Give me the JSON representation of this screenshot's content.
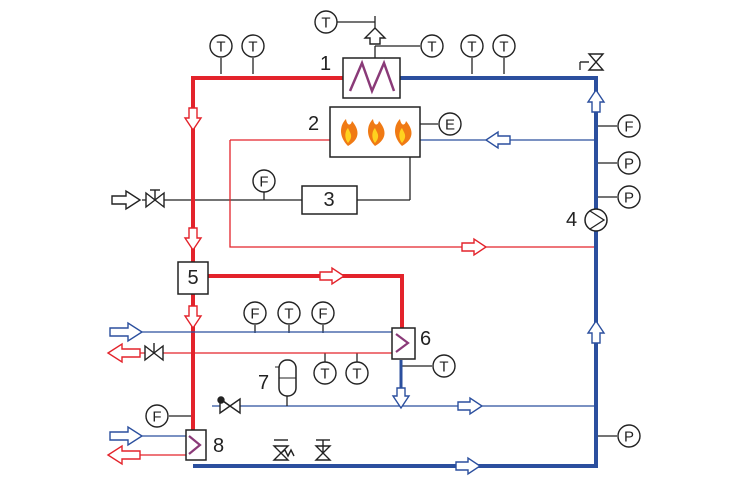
{
  "colors": {
    "hot": "#e3232b",
    "cold": "#2b4f9e",
    "signal": "#222222",
    "flame_outer": "#f07a14",
    "flame_inner": "#ffd21f",
    "background": "#ffffff"
  },
  "units": {
    "u1": "1",
    "u2": "2",
    "u3": "3",
    "u4": "4",
    "u5": "5",
    "u6": "6",
    "u7": "7",
    "u8": "8"
  },
  "instruments": {
    "t_boiler_top": "T",
    "t_boiler_right": "T",
    "t_supply_1": "T",
    "t_supply_2": "T",
    "t_return_1": "T",
    "t_return_2": "T",
    "e_burner": "E",
    "f_gas": "F",
    "f_return_top": "F",
    "p_pump_1": "P",
    "p_pump_2": "P",
    "f_hx6_1": "F",
    "t_hx6_1": "T",
    "f_hx6_2": "F",
    "t_hx6_low_1": "T",
    "t_hx6_low_2": "T",
    "t_hx6_out": "T",
    "f_lower_left": "F",
    "p_lower_right": "P"
  }
}
